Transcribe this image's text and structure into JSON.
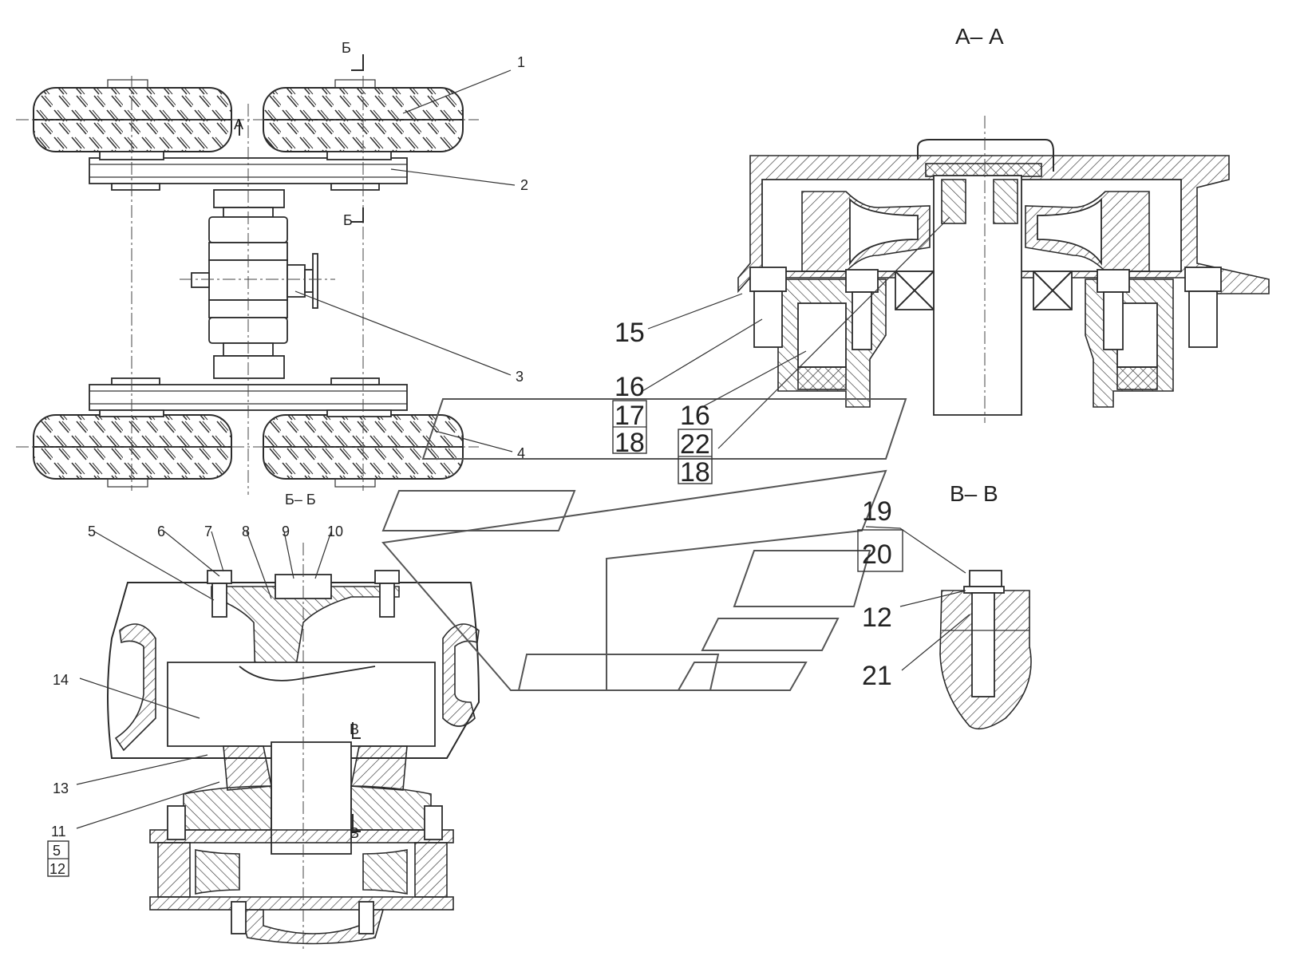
{
  "sections": {
    "aa": "А– А",
    "bb": "Б– Б",
    "vv": "В– В",
    "cut_b": "Б",
    "cut_a": "А",
    "cut_v": "В"
  },
  "callouts": {
    "c1": "1",
    "c2": "2",
    "c3": "3",
    "c4": "4",
    "c5": "5",
    "c6": "6",
    "c7": "7",
    "c8": "8",
    "c9": "9",
    "c10": "10",
    "c11": "11",
    "c11_mid": "5",
    "c11_bot": "12",
    "c12": "12",
    "c13": "13",
    "c14": "14",
    "c15": "15",
    "c16a": "16",
    "c16a_mid": "17",
    "c16a_bot": "18",
    "c16b": "16",
    "c16b_mid": "22",
    "c16b_bot": "18",
    "c19": "19",
    "c20": "20",
    "c21": "21"
  }
}
